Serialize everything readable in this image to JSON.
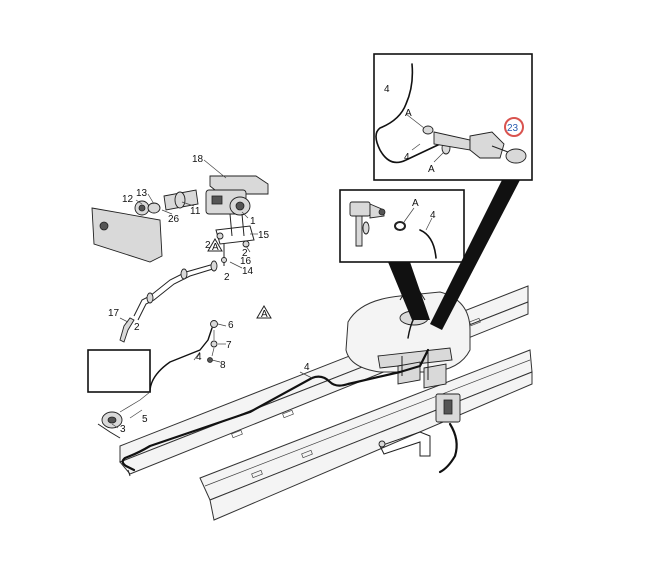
{
  "labels": {
    "l1": "1",
    "l2a": "2",
    "l2b": "2",
    "l2c": "2",
    "l2d": "2",
    "l3": "3",
    "l4_main": "4",
    "l4_mid": "4",
    "l4_inset1": "4",
    "l4_inset2": "4",
    "l4_inset2b": "4",
    "l5": "5",
    "l6": "6",
    "l7": "7",
    "l8": "8",
    "l11": "11",
    "l12": "12",
    "l13": "13",
    "l14": "14",
    "l15": "15",
    "l16": "16",
    "l17": "17",
    "l18": "18",
    "l26": "26",
    "la_inset1": "A",
    "la_inset2a": "A",
    "la_inset2b": "A",
    "la_warn1": "A",
    "la_warn2": "A"
  },
  "highlight": {
    "label": "23",
    "color": "#d9534f",
    "text_color": "#2a5db0"
  },
  "colors": {
    "line": "#222222",
    "frame_fill": "#f4f4f4",
    "part_fill": "#d9d9d9"
  }
}
